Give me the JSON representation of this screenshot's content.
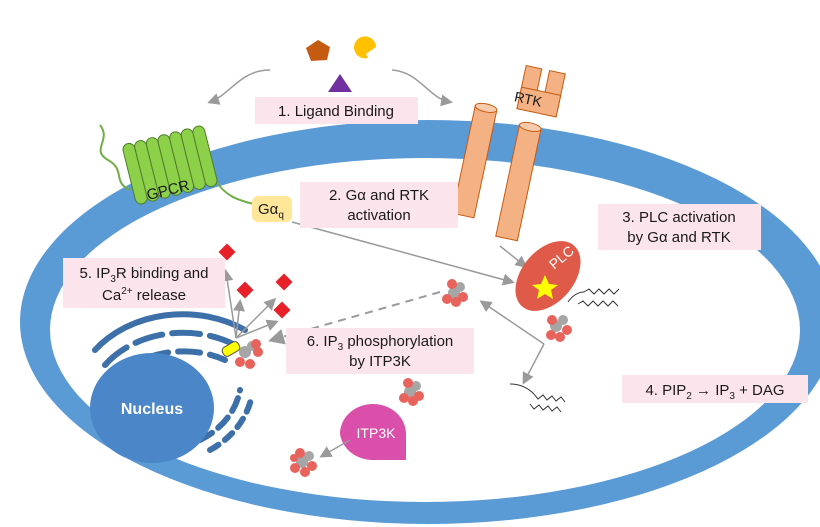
{
  "steps": {
    "s1": "1. Ligand Binding",
    "s2_line1": "2. Gα and RTK",
    "s2_line2": "activation",
    "s3_line1": "3. PLC activation",
    "s3_line2": "by Gα and RTK",
    "s4": {
      "pre": "4. PIP",
      "sub1": "2",
      "mid": " → IP",
      "sub2": "3",
      "post": " + DAG"
    },
    "s5": {
      "pre": "5. IP",
      "sub": "3",
      "post1": "R binding and",
      "line2a": "Ca",
      "sup": "2+",
      "line2b": " release"
    },
    "s6": {
      "pre": "6. IP",
      "sub": "3",
      "post": " phosphorylation",
      "line2": "by ITP3K"
    }
  },
  "labels": {
    "gpcr": "GPCR",
    "rtk": "RTK",
    "galpha": {
      "main": "Gα",
      "sub": "q"
    },
    "plc": "PLC",
    "nucleus": "Nucleus",
    "itp3k": "ITP3K"
  },
  "colors": {
    "membrane": "#5b9bd5",
    "cytoplasm": "#ffffff",
    "label_box": "#fce4ec",
    "gpcr": "#8dd14b",
    "rtk": "#f4b183",
    "plc": "#e05a4a",
    "itp3k": "#d94faa",
    "ca_ion": "#e8202a",
    "nucleus": "#4a86c8"
  }
}
